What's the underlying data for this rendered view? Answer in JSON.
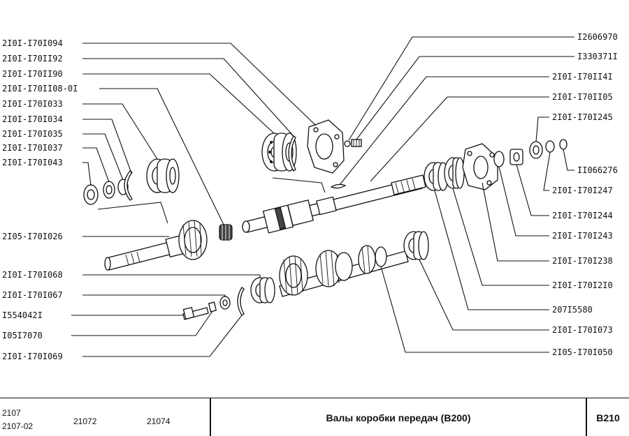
{
  "footer": {
    "model_a": "2107",
    "model_b": "2107-02",
    "model_c": "21072",
    "model_d": "21074",
    "title": "Валы коробки передач (В200)",
    "code": "В210"
  },
  "labels_left": [
    "2I0I-I70I094",
    "2I0I-I70II92",
    "2I0I-I70II90",
    "2I0I-I70II08-0I",
    "2I0I-I70I033",
    "2I0I-I70I034",
    "2I0I-I70I035",
    "2I0I-I70I037",
    "2I0I-I70I043",
    "2I05-I70I026",
    "2I0I-I70I068",
    "2I0I-I70I067",
    "I554042I",
    "I05I7070",
    "2I0I-I70I069"
  ],
  "labels_right": [
    "I2606970",
    "I330371I",
    "2I0I-I70II4I",
    "2I0I-I70II05",
    "2I0I-I70I245",
    "II066276",
    "2I0I-I70I247",
    "2I0I-I70I244",
    "2I0I-I70I243",
    "2I0I-I70I238",
    "2I0I-I70I2I0",
    "207I5580",
    "2I0I-I70I073",
    "2I05-I70I050"
  ]
}
